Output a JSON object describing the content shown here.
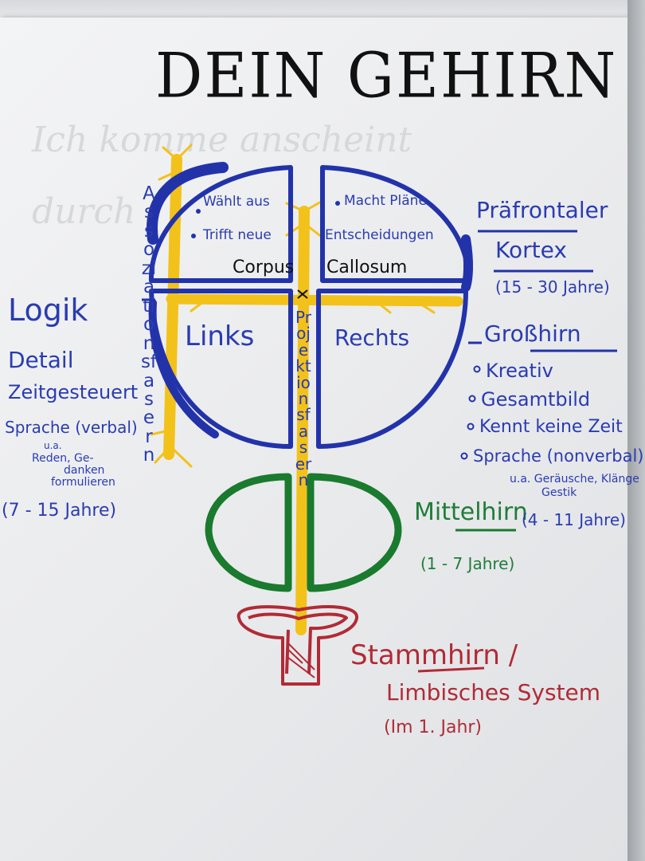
{
  "title": "DEIN GEHIRN",
  "ghost_text": [
    "Ich komme anscheint",
    "durch"
  ],
  "left_column": {
    "items": [
      "Logik",
      "Detail",
      "Zeitgesteuert",
      "Sprache (verbal)",
      "u.a.",
      "Reden, Ge-",
      "danken",
      "formulieren"
    ],
    "age": "(7 - 15 Jahre)"
  },
  "assoziationsfasern": "Assoziationsfasern",
  "projektionsfasern": "Projektionsfasern",
  "left_hemisphere": {
    "bullets": [
      "Wählt aus",
      "Trifft neue"
    ],
    "label": "Links"
  },
  "right_hemisphere": {
    "bullets": [
      "Macht Pläne",
      "Entscheidungen"
    ],
    "label": "Rechts"
  },
  "corpus_callosum": [
    "Corpus",
    "Callosum"
  ],
  "praefrontaler": {
    "line1": "Präfrontaler",
    "line2": "Kortex",
    "age": "(15 - 30 Jahre)"
  },
  "grosshirn": {
    "label": "Großhirn",
    "items": [
      "Kreativ",
      "Gesamtbild",
      "Kennt keine Zeit",
      "Sprache (nonverbal)"
    ],
    "sub": [
      "u.a. Geräusche, Klänge",
      "Gestik"
    ]
  },
  "mittelhirn": {
    "label": "Mittelhirn",
    "age_right": "(4 - 11 Jahre)",
    "age_below": "(1 - 7 Jahre)"
  },
  "stammhirn": {
    "line1": "Stammhirn /",
    "line2": "Limbisches System",
    "age": "(Im 1. Jahr)"
  },
  "colors": {
    "cortex": "#2233aa",
    "fibers": "#f2c21a",
    "midbrain": "#1a7a2e",
    "brainstem": "#b02b36"
  }
}
